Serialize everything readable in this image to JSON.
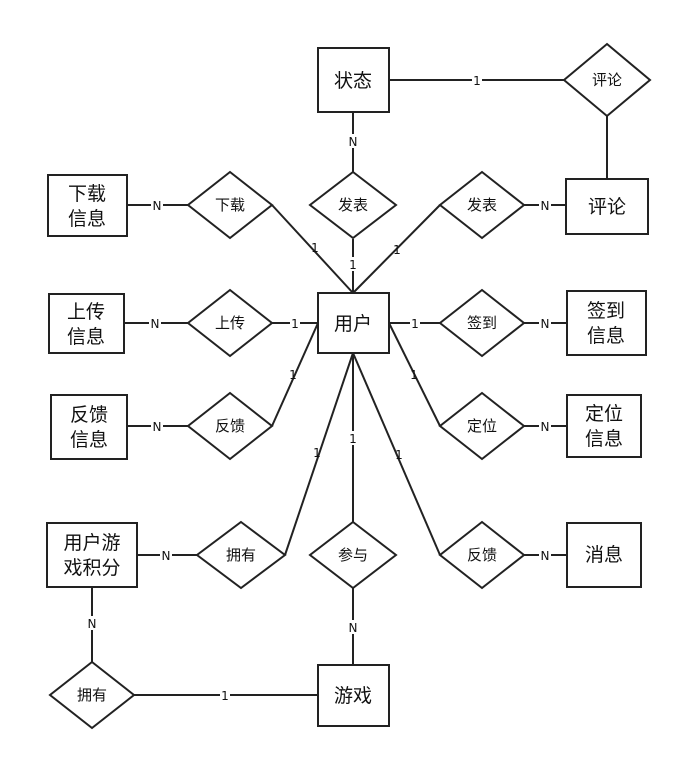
{
  "entities": {
    "status": [
      "状态"
    ],
    "download_info": [
      "下载",
      "信息"
    ],
    "comment": [
      "评论"
    ],
    "upload_info": [
      "上传",
      "信息"
    ],
    "user": [
      "用户"
    ],
    "checkin_info": [
      "签到",
      "信息"
    ],
    "feedback_info": [
      "反馈",
      "信息"
    ],
    "location_info": [
      "定位",
      "信息"
    ],
    "user_game_score": [
      "用户游",
      "戏积分"
    ],
    "message": [
      "消息"
    ],
    "game": [
      "游戏"
    ]
  },
  "relationships": {
    "status_comment": "评论",
    "download": "下载",
    "publish_status": "发表",
    "publish_comment": "发表",
    "upload": "上传",
    "checkin": "签到",
    "feedback_left": "反馈",
    "locate": "定位",
    "own_score": "拥有",
    "participate": "参与",
    "feedback_right": "反馈",
    "own_game": "拥有"
  },
  "cardinalities": {
    "status_comment_1": "1",
    "status_publish_N": "N",
    "download_info_N": "N",
    "user_download_1": "1",
    "user_publish_status_1": "1",
    "user_publish_comment_1": "1",
    "comment_publish_N": "N",
    "upload_info_N": "N",
    "user_upload_1": "1",
    "user_checkin_1": "1",
    "checkin_info_N": "N",
    "user_feedback_left_1": "1",
    "feedback_info_N": "N",
    "user_locate_1": "1",
    "location_info_N": "N",
    "user_own_score_1": "1",
    "score_own_N": "N",
    "user_participate_1": "1",
    "game_participate_N": "N",
    "user_feedback_right_1": "1",
    "message_N": "N",
    "score_own_game_N": "N",
    "game_own_1": "1"
  }
}
